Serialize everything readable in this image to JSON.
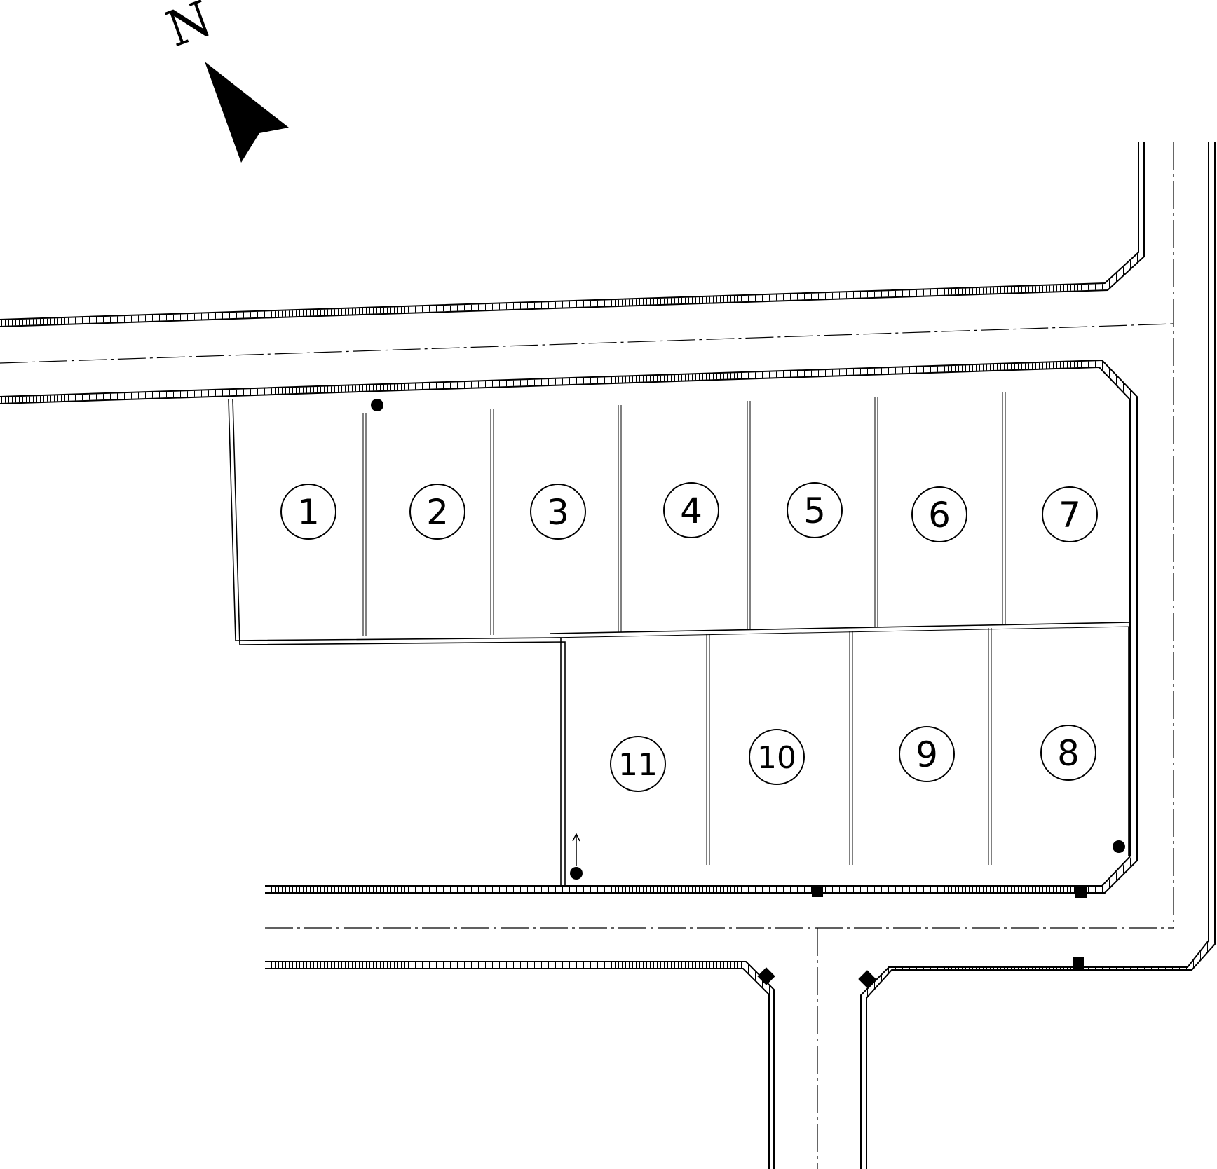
{
  "compass": {
    "label": "N",
    "icon": "north-arrow-icon"
  },
  "lots": [
    {
      "number": "1"
    },
    {
      "number": "2"
    },
    {
      "number": "3"
    },
    {
      "number": "4"
    },
    {
      "number": "5"
    },
    {
      "number": "6"
    },
    {
      "number": "7"
    },
    {
      "number": "8"
    },
    {
      "number": "9"
    },
    {
      "number": "10"
    },
    {
      "number": "11"
    }
  ],
  "markers": [
    {
      "icon": "utility-pole-icon"
    },
    {
      "icon": "utility-pole-icon"
    },
    {
      "icon": "utility-pole-with-guy-wire-icon"
    },
    {
      "icon": "drain-inlet-icon"
    },
    {
      "icon": "drain-inlet-icon"
    },
    {
      "icon": "drain-inlet-icon"
    },
    {
      "icon": "manhole-icon"
    },
    {
      "icon": "manhole-icon"
    }
  ],
  "colors": {
    "ink": "#000000",
    "paper": "#ffffff"
  }
}
